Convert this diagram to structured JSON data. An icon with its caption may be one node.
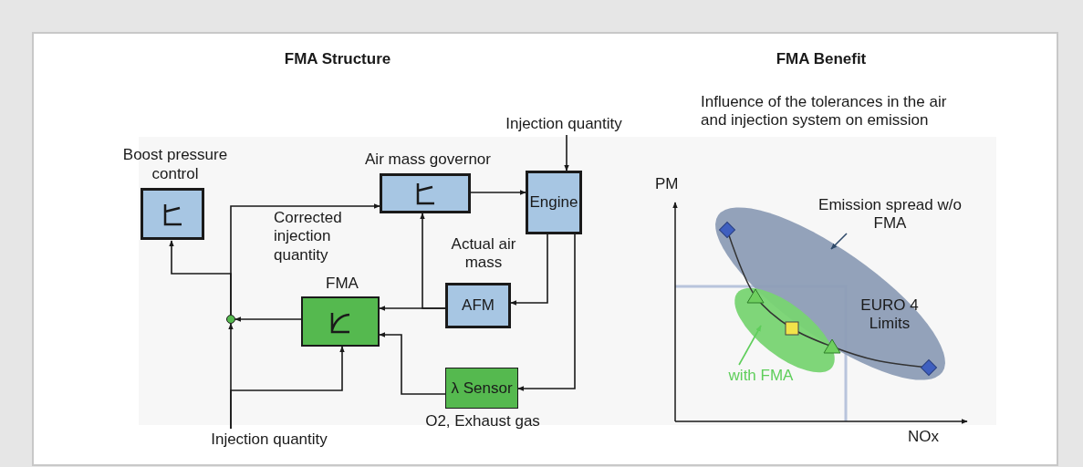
{
  "diagram": {
    "nodes": [
      {
        "text": [
          "Boost pressure control"
        ]
      },
      {
        "text": [
          "Air mass governor"
        ]
      },
      {
        "text": [
          "Engine"
        ]
      },
      {
        "text": [
          "AFM"
        ]
      },
      {
        "text": [
          "FMA"
        ]
      },
      {
        "text": [
          "λ Sensor"
        ],
        "beside": [
          "O2, Exhaust gas"
        ]
      },
      {
        "text": [],
        "shape": "circle"
      },
      {
        "text": [
          "Injection quantity"
        ]
      },
      {
        "text": [
          "Injection quantity"
        ]
      },
      {
        "text": [
          "Emission spread w/o FMA"
        ]
      },
      {
        "text": [],
        "shape": "ellipse"
      },
      {
        "text": [
          "with FMA"
        ]
      },
      {
        "text": [],
        "shape": "ellipse"
      }
    ],
    "edges": [
      {
        "from": 6,
        "to": 0,
        "arrow": "to"
      },
      {
        "from": 6,
        "to": 1,
        "arrow": "to"
      },
      {
        "from": 1,
        "to": 2,
        "arrow": "to"
      },
      {
        "from": 2,
        "to": 3,
        "arrow": "to"
      },
      {
        "from": 2,
        "to": 5,
        "arrow": "to"
      },
      {
        "from": 3,
        "to": 1,
        "arrow": "to"
      },
      {
        "from": 3,
        "to": 4,
        "arrow": "to"
      },
      {
        "from": 5,
        "to": 4,
        "arrow": "to"
      },
      {
        "from": 4,
        "to": 6,
        "arrow": "to"
      },
      {
        "from": 7,
        "to": 6,
        "arrow": "to"
      },
      {
        "from": 7,
        "to": 4,
        "arrow": "to"
      },
      {
        "from": 8,
        "to": 2,
        "arrow": "to"
      },
      {
        "from": 9,
        "to": 10,
        "arrow": "to",
        "color": "#2f4a6a"
      },
      {
        "from": 11,
        "to": 12,
        "arrow": "to",
        "color": "#5fce5b"
      }
    ],
    "labels": [
      "FMA Structure",
      "FMA Benefit",
      "Influence of the tolerances in the air and injection system on emission",
      "Corrected injection quantity",
      "Actual air mass",
      "PM",
      "EURO 4 Limits",
      "NOx"
    ]
  }
}
